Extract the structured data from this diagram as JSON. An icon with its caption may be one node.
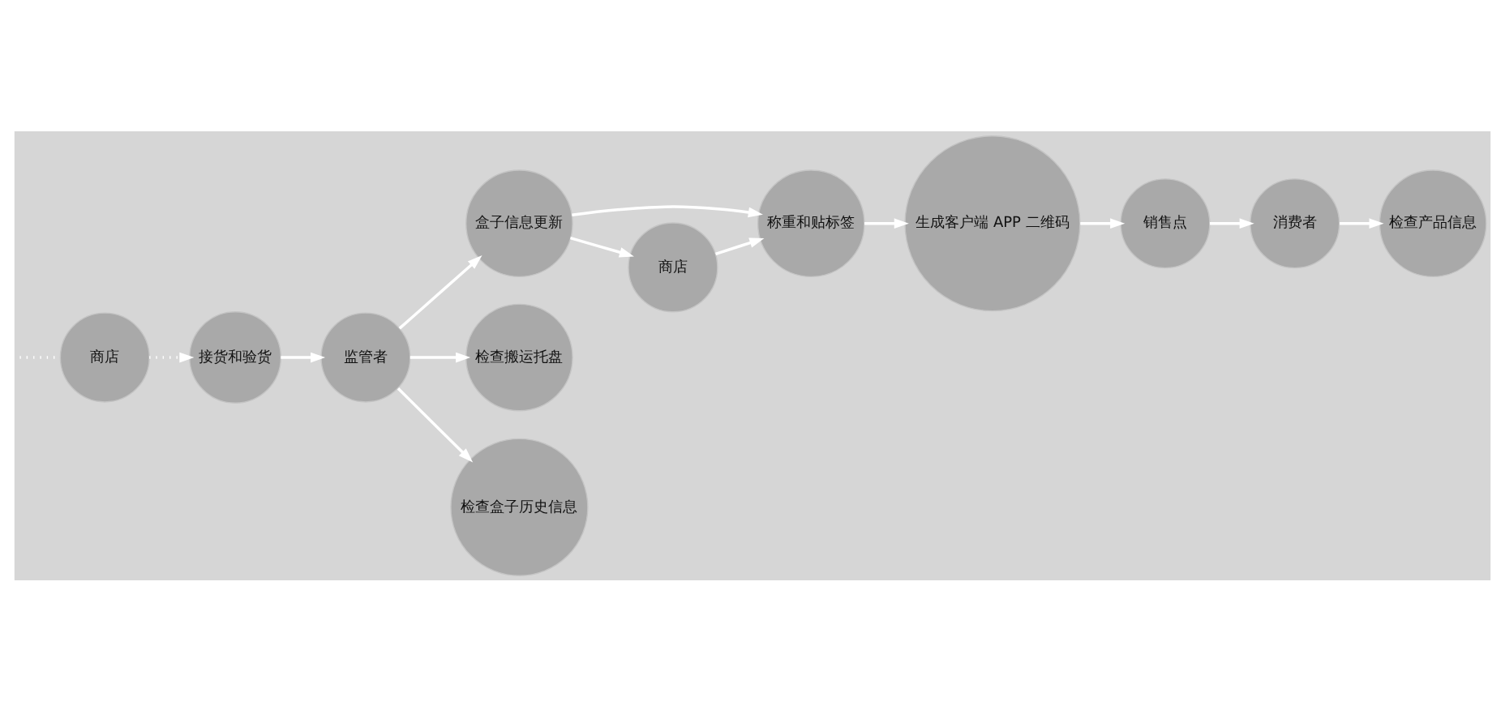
{
  "diagram": {
    "nodes": [
      {
        "text": [
          "商店"
        ]
      },
      {
        "text": [
          "接货和验货"
        ]
      },
      {
        "text": [
          "监管者"
        ]
      },
      {
        "text": [
          "盒子信息更新"
        ]
      },
      {
        "text": [
          "称重和贴标签"
        ]
      },
      {
        "text": [
          "生成客户端 APP 二维码"
        ]
      },
      {
        "text": [
          "商店"
        ]
      },
      {
        "text": [
          "销售点"
        ]
      },
      {
        "text": [
          "消费者"
        ]
      },
      {
        "text": [
          "检查产品信息"
        ]
      },
      {
        "text": [
          "检查搬运托盘"
        ]
      },
      {
        "text": [
          "检查盒子历史信息"
        ]
      }
    ],
    "edges": [
      {
        "from": null,
        "to": 0,
        "arrow": "none",
        "style": "dashed"
      },
      {
        "from": 0,
        "to": 1,
        "arrow": "to",
        "style": "dashed"
      },
      {
        "from": 1,
        "to": 2,
        "arrow": "to"
      },
      {
        "from": 2,
        "to": 3,
        "arrow": "to"
      },
      {
        "from": 3,
        "to": 4,
        "arrow": "to"
      },
      {
        "from": 3,
        "to": 6,
        "arrow": "to"
      },
      {
        "from": 6,
        "to": 4,
        "arrow": "to"
      },
      {
        "from": 4,
        "to": 5,
        "arrow": "to"
      },
      {
        "from": 5,
        "to": 7,
        "arrow": "to"
      },
      {
        "from": 7,
        "to": 8,
        "arrow": "to"
      },
      {
        "from": 8,
        "to": 9,
        "arrow": "to"
      },
      {
        "from": 2,
        "to": 10,
        "arrow": "to"
      },
      {
        "from": 2,
        "to": 11,
        "arrow": "to"
      }
    ]
  }
}
